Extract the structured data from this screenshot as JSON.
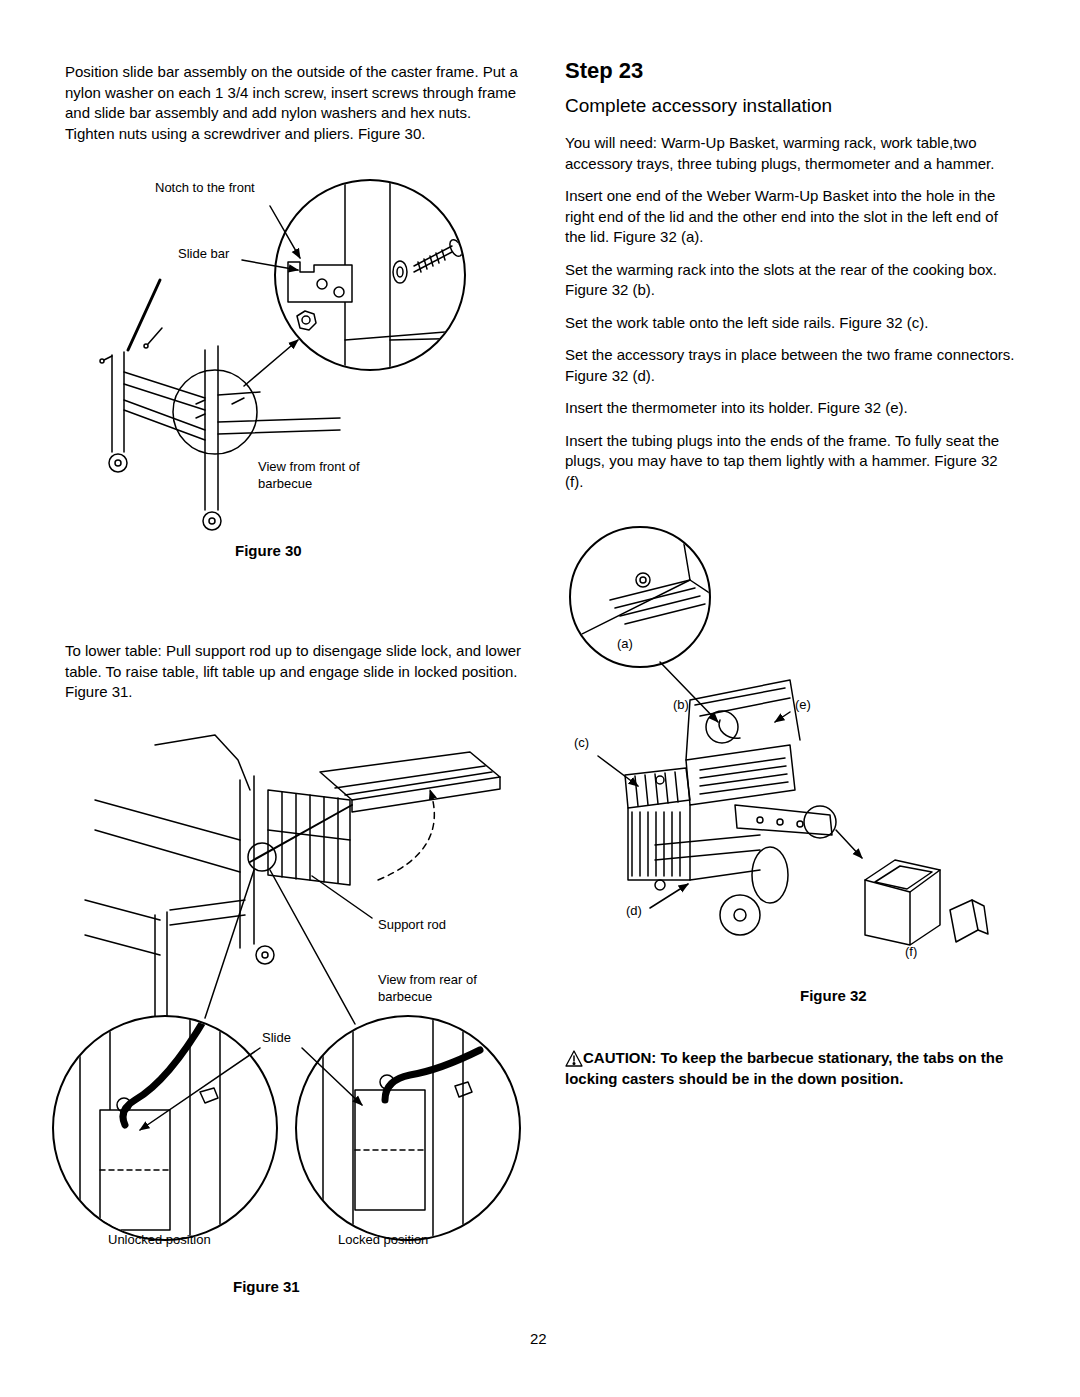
{
  "diagram": {
    "labels": [
      "Position slide bar assembly on the outside of the caster frame. Put a nylon washer on each 1 3/4 inch screw, insert screws through frame and slide bar assembly and add nylon washers and hex nuts. Tighten nuts using a screwdriver and pliers. Figure 30.",
      "Notch to the front",
      "Slide bar",
      "View from front of barbecue",
      "Figure 30",
      "To lower table: Pull support rod up to disengage slide lock, and lower table. To raise table, lift table up and engage slide in locked position. Figure 31.",
      "Support rod",
      "View from rear of barbecue",
      "Slide",
      "Unlocked position",
      "Locked position",
      "Figure 31",
      "Step 23",
      "Complete accessory installation",
      "You will need: Warm-Up Basket, warming rack, work table,two accessory trays, three tubing plugs, thermometer and a hammer.",
      "Insert one end of the Weber Warm-Up Basket into the hole in the right end of the lid and the other end into the slot in the left end of the lid. Figure 32 (a).",
      "Set the warming rack into the slots at the rear of the cooking box. Figure 32 (b).",
      "Set the work table onto the left side rails. Figure 32 (c).",
      "Set the accessory trays in place between the two frame connectors. Figure 32 (d).",
      "Insert the thermometer into its holder. Figure 32 (e).",
      "Insert the tubing plugs into the ends of the frame. To fully seat the plugs, you may have to tap them lightly with a hammer. Figure 32 (f).",
      "(a)",
      "(b)",
      "(e)",
      "(c)",
      "(d)",
      "(f)",
      "Figure 32",
      "CAUTION: To keep the barbecue stationary, the tabs on the locking casters should be in the down position.",
      "22"
    ]
  }
}
